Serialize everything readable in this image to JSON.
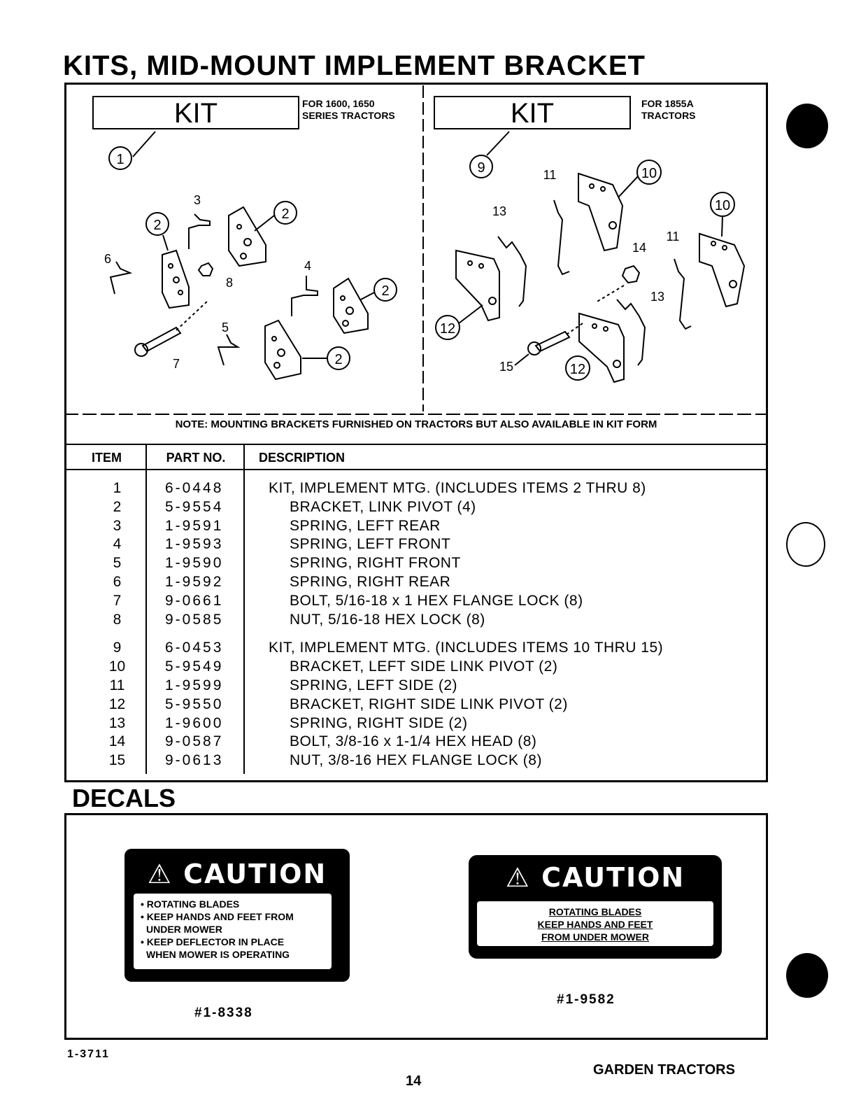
{
  "title": "KITS, MID-MOUNT IMPLEMENT BRACKET",
  "kit_left": {
    "label": "KIT",
    "for_line1": "FOR 1600, 1650",
    "for_line2": "SERIES TRACTORS",
    "callouts": [
      "1",
      "2",
      "2",
      "2",
      "2",
      "3",
      "4",
      "5",
      "6",
      "7",
      "8"
    ]
  },
  "kit_right": {
    "label": "KIT",
    "for_line1": "FOR 1855A",
    "for_line2": "TRACTORS",
    "callouts": [
      "9",
      "10",
      "10",
      "11",
      "11",
      "12",
      "12",
      "13",
      "13",
      "14",
      "15"
    ]
  },
  "note": "NOTE: MOUNTING BRACKETS FURNISHED ON TRACTORS BUT ALSO AVAILABLE IN KIT FORM",
  "table": {
    "headers": [
      "ITEM",
      "PART NO.",
      "DESCRIPTION"
    ],
    "rows": [
      {
        "item": "1",
        "part": "6-0448",
        "desc": "KIT, IMPLEMENT MTG. (INCLUDES ITEMS 2 THRU 8)"
      },
      {
        "item": "2",
        "part": "5-9554",
        "desc": "BRACKET, LINK PIVOT (4)"
      },
      {
        "item": "3",
        "part": "1-9591",
        "desc": "SPRING, LEFT REAR"
      },
      {
        "item": "4",
        "part": "1-9593",
        "desc": "SPRING, LEFT FRONT"
      },
      {
        "item": "5",
        "part": "1-9590",
        "desc": "SPRING, RIGHT FRONT"
      },
      {
        "item": "6",
        "part": "1-9592",
        "desc": "SPRING, RIGHT REAR"
      },
      {
        "item": "7",
        "part": "9-0661",
        "desc": "BOLT, 5/16-18 x 1 HEX FLANGE LOCK (8)"
      },
      {
        "item": "8",
        "part": "9-0585",
        "desc": "NUT, 5/16-18 HEX LOCK (8)"
      },
      {
        "item": "9",
        "part": "6-0453",
        "desc": "KIT, IMPLEMENT MTG. (INCLUDES ITEMS 10 THRU 15)"
      },
      {
        "item": "10",
        "part": "5-9549",
        "desc": "BRACKET, LEFT SIDE LINK PIVOT (2)"
      },
      {
        "item": "11",
        "part": "1-9599",
        "desc": "SPRING, LEFT SIDE (2)"
      },
      {
        "item": "12",
        "part": "5-9550",
        "desc": "BRACKET, RIGHT SIDE LINK PIVOT (2)"
      },
      {
        "item": "13",
        "part": "1-9600",
        "desc": "SPRING, RIGHT SIDE (2)"
      },
      {
        "item": "14",
        "part": "9-0587",
        "desc": "BOLT, 3/8-16 x 1-1/4 HEX HEAD (8)"
      },
      {
        "item": "15",
        "part": "9-0613",
        "desc": "NUT, 3/8-16 HEX FLANGE LOCK (8)"
      }
    ]
  },
  "decals": {
    "title": "DECALS",
    "decal1": {
      "heading": "CAUTION",
      "lines": [
        "• ROTATING BLADES",
        "• KEEP HANDS AND FEET FROM",
        "UNDER MOWER",
        "• KEEP DEFLECTOR IN PLACE",
        "WHEN MOWER IS OPERATING"
      ],
      "part": "#1-8338"
    },
    "decal2": {
      "heading": "CAUTION",
      "lines": [
        "ROTATING BLADES",
        "KEEP HANDS AND FEET",
        "FROM UNDER MOWER"
      ],
      "part": "#1-9582"
    }
  },
  "footer": {
    "doc_no": "1-3711",
    "page": "14",
    "section": "GARDEN TRACTORS"
  }
}
